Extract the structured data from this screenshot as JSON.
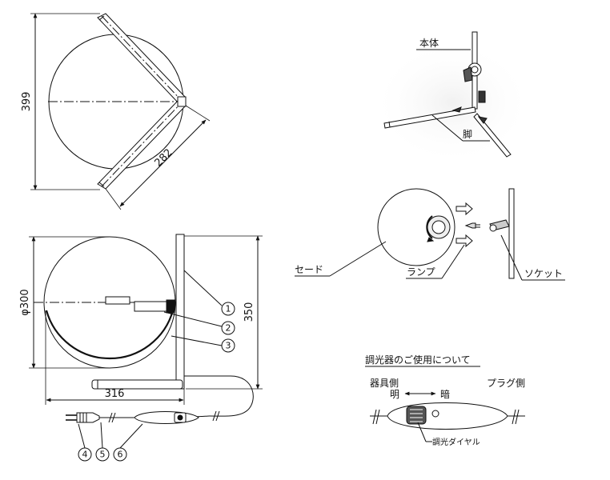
{
  "dimensions": {
    "top_height": "399",
    "top_diag": "282",
    "front_diameter": "φ300",
    "front_height": "350",
    "front_width": "316"
  },
  "callouts": [
    "1",
    "2",
    "3",
    "4",
    "5",
    "6"
  ],
  "labels": {
    "body": "本体",
    "leg": "脚",
    "shade": "セード",
    "lamp": "ランプ",
    "socket": "ソケット"
  },
  "dimmer": {
    "title": "調光器のご使用について",
    "device_side": "器具側",
    "plug_side": "プラグ側",
    "bright": "明",
    "dark": "暗",
    "dial": "調光ダイヤル"
  }
}
